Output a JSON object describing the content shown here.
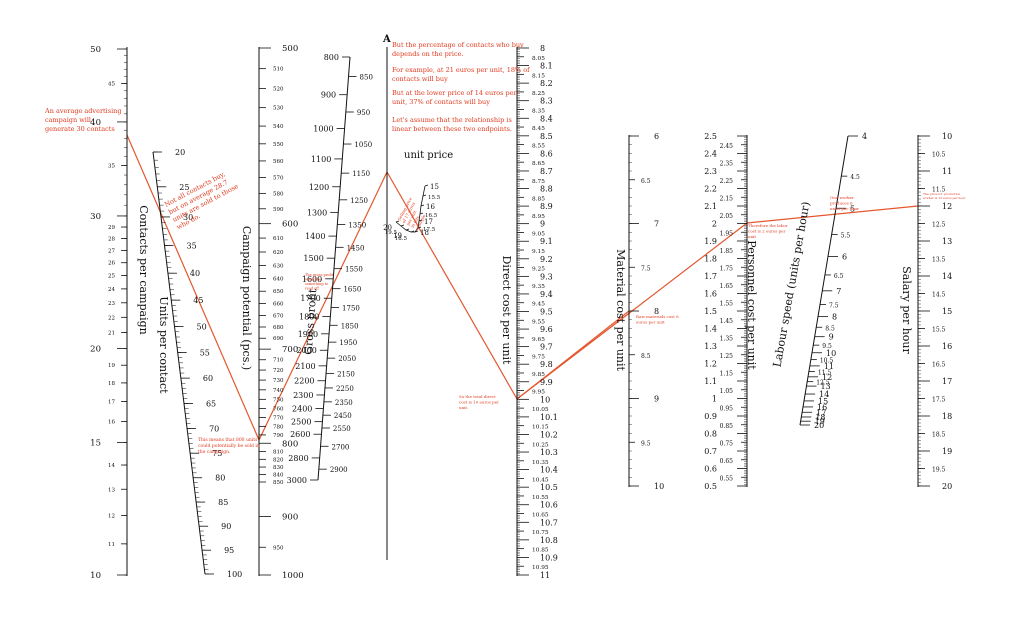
{
  "title_letter": "A",
  "unit_price_label": "unit price",
  "scales": [
    {
      "id": "contacts",
      "title": "Contacts per campaign",
      "major": [
        {
          "v": "50"
        },
        {
          "v": "40"
        },
        {
          "v": "30"
        },
        {
          "v": "20"
        },
        {
          "v": "15"
        },
        {
          "v": "10"
        }
      ],
      "minor": [
        "45",
        "35",
        "29",
        "28",
        "27",
        "26",
        "25",
        "24",
        "23",
        "22",
        "21",
        "19",
        "18",
        "17",
        "16",
        "14",
        "13",
        "12",
        "11"
      ]
    },
    {
      "id": "units",
      "title": "Units per contact",
      "labels": [
        "20",
        "25",
        "30",
        "35",
        "40",
        "45",
        "50",
        "55",
        "60",
        "65",
        "70",
        "75",
        "80",
        "85",
        "90",
        "95",
        "100"
      ]
    },
    {
      "id": "campaign",
      "title": "Campaign potential (pcs.)",
      "major": [
        "500",
        "600",
        "700",
        "800",
        "900",
        "1000"
      ],
      "minor": [
        "510",
        "520",
        "530",
        "540",
        "550",
        "560",
        "570",
        "580",
        "590",
        "610",
        "620",
        "630",
        "640",
        "650",
        "660",
        "670",
        "680",
        "690",
        "710",
        "720",
        "730",
        "740",
        "750",
        "760",
        "770",
        "780",
        "790",
        "810",
        "820",
        "830",
        "840",
        "850",
        "950"
      ]
    },
    {
      "id": "gross",
      "title": "Gross profit",
      "labels": [
        "800",
        "850",
        "900",
        "950",
        "1000",
        "1050",
        "1100",
        "1150",
        "1200",
        "1250",
        "1300",
        "1350",
        "1400",
        "1450",
        "1500",
        "1550",
        "1600",
        "1650",
        "1700",
        "1750",
        "1800",
        "1850",
        "1900",
        "1950",
        "2000",
        "2050",
        "2100",
        "2150",
        "2200",
        "2250",
        "2300",
        "2350",
        "2400",
        "2450",
        "2500",
        "2550",
        "2600",
        "2700",
        "2800",
        "2900",
        "3000"
      ]
    },
    {
      "id": "pricecurve",
      "title": "",
      "labels": [
        "15",
        "15.5",
        "16",
        "16.5",
        "17",
        "17.5",
        "18",
        "18.5",
        "19",
        "19.5",
        "20"
      ]
    },
    {
      "id": "direct",
      "title": "Direct cost per unit",
      "labels": [
        "8",
        "8.05",
        "8.1",
        "8.15",
        "8.2",
        "8.25",
        "8.3",
        "8.35",
        "8.4",
        "8.45",
        "8.5",
        "8.55",
        "8.6",
        "8.65",
        "8.7",
        "8.75",
        "8.8",
        "8.85",
        "8.9",
        "8.95",
        "9",
        "9.05",
        "9.1",
        "9.15",
        "9.2",
        "9.25",
        "9.3",
        "9.35",
        "9.4",
        "9.45",
        "9.5",
        "9.55",
        "9.6",
        "9.65",
        "9.7",
        "9.75",
        "9.8",
        "9.85",
        "9.9",
        "9.95",
        "10",
        "10.05",
        "10.1",
        "10.15",
        "10.2",
        "10.25",
        "10.3",
        "10.35",
        "10.4",
        "10.45",
        "10.5",
        "10.55",
        "10.6",
        "10.65",
        "10.7",
        "10.75",
        "10.8",
        "10.85",
        "10.9",
        "10.95",
        "11"
      ]
    },
    {
      "id": "material",
      "title": "Material cost per unit",
      "labels": [
        "6",
        "6.5",
        "7",
        "7.5",
        "8",
        "8.5",
        "9",
        "9.5",
        "10"
      ]
    },
    {
      "id": "personnel",
      "title": "Personnel cost per unit",
      "labels": [
        "2.5",
        "2.45",
        "2.4",
        "2.35",
        "2.3",
        "2.25",
        "2.2",
        "2.15",
        "2.1",
        "2.05",
        "2",
        "1.95",
        "1.9",
        "1.85",
        "1.8",
        "1.75",
        "1.7",
        "1.65",
        "1.6",
        "1.55",
        "1.5",
        "1.45",
        "1.4",
        "1.35",
        "1.3",
        "1.25",
        "1.2",
        "1.15",
        "1.1",
        "1.05",
        "1",
        "0.95",
        "0.9",
        "0.85",
        "0.8",
        "0.75",
        "0.7",
        "0.65",
        "0.6",
        "0.55",
        "0.5"
      ]
    },
    {
      "id": "labour",
      "title": "Labour speed (units per hour)",
      "labels": [
        "4",
        "4.5",
        "5",
        "5.5",
        "6",
        "6.5",
        "7",
        "7.5",
        "8",
        "8.5",
        "9",
        "9.5",
        "10",
        "10.5",
        "11",
        "11.5",
        "12",
        "12.5",
        "13",
        "14",
        "15",
        "16",
        "17",
        "18",
        "19",
        "20"
      ]
    },
    {
      "id": "salary",
      "title": "Salary per hour",
      "labels": [
        "10",
        "10.5",
        "11",
        "11.5",
        "12",
        "12.5",
        "13",
        "13.5",
        "14",
        "14.5",
        "15",
        "15.5",
        "16",
        "16.5",
        "17",
        "17.5",
        "18",
        "18.5",
        "19",
        "19.5",
        "20"
      ]
    }
  ],
  "annotations": {
    "avg_campaign": [
      "An average advertising",
      "campaign will",
      "generate 30 contacts"
    ],
    "not_all": [
      "Not all contacts buy,",
      "but on average 28.7",
      "units are sold to those",
      "who do."
    ],
    "means_that": [
      "This means that 800 units",
      "could potentially be sold in",
      "the campaign."
    ],
    "gross_note": [
      "The gross profit",
      "would be",
      "something to",
      "read off"
    ],
    "percentage": [
      "But the percentage of contacts who buy",
      "depends on the price."
    ],
    "example": [
      "For example, at 21 euros per unit, 18% of",
      "contacts will buy"
    ],
    "lower_price": [
      "But at the lower price of 14 euros per",
      "unit, 37% of contacts will buy"
    ],
    "linear": [
      "Let's assume that the relationship is",
      "linear between these two endpoints."
    ],
    "price_note": [
      "Selling price",
      "of 17 euros",
      "per unit",
      "in this",
      "example"
    ],
    "total_direct": [
      "So the total direct",
      "cost is 10 euros per",
      "unit."
    ],
    "raw_materials": [
      "Raw materials cost 8",
      "euros per unit"
    ],
    "labour_cost": [
      "Therefore the labor",
      "cost is 2 euros per",
      "unit"
    ],
    "worker": [
      "One worker",
      "produces 6",
      "units per hour"
    ],
    "salary_note": [
      "The price for production",
      "worker is 12 euros per hour"
    ]
  },
  "colors": {
    "ink": "#111111",
    "accent": "#e4572e",
    "note": "#e03a1e"
  }
}
